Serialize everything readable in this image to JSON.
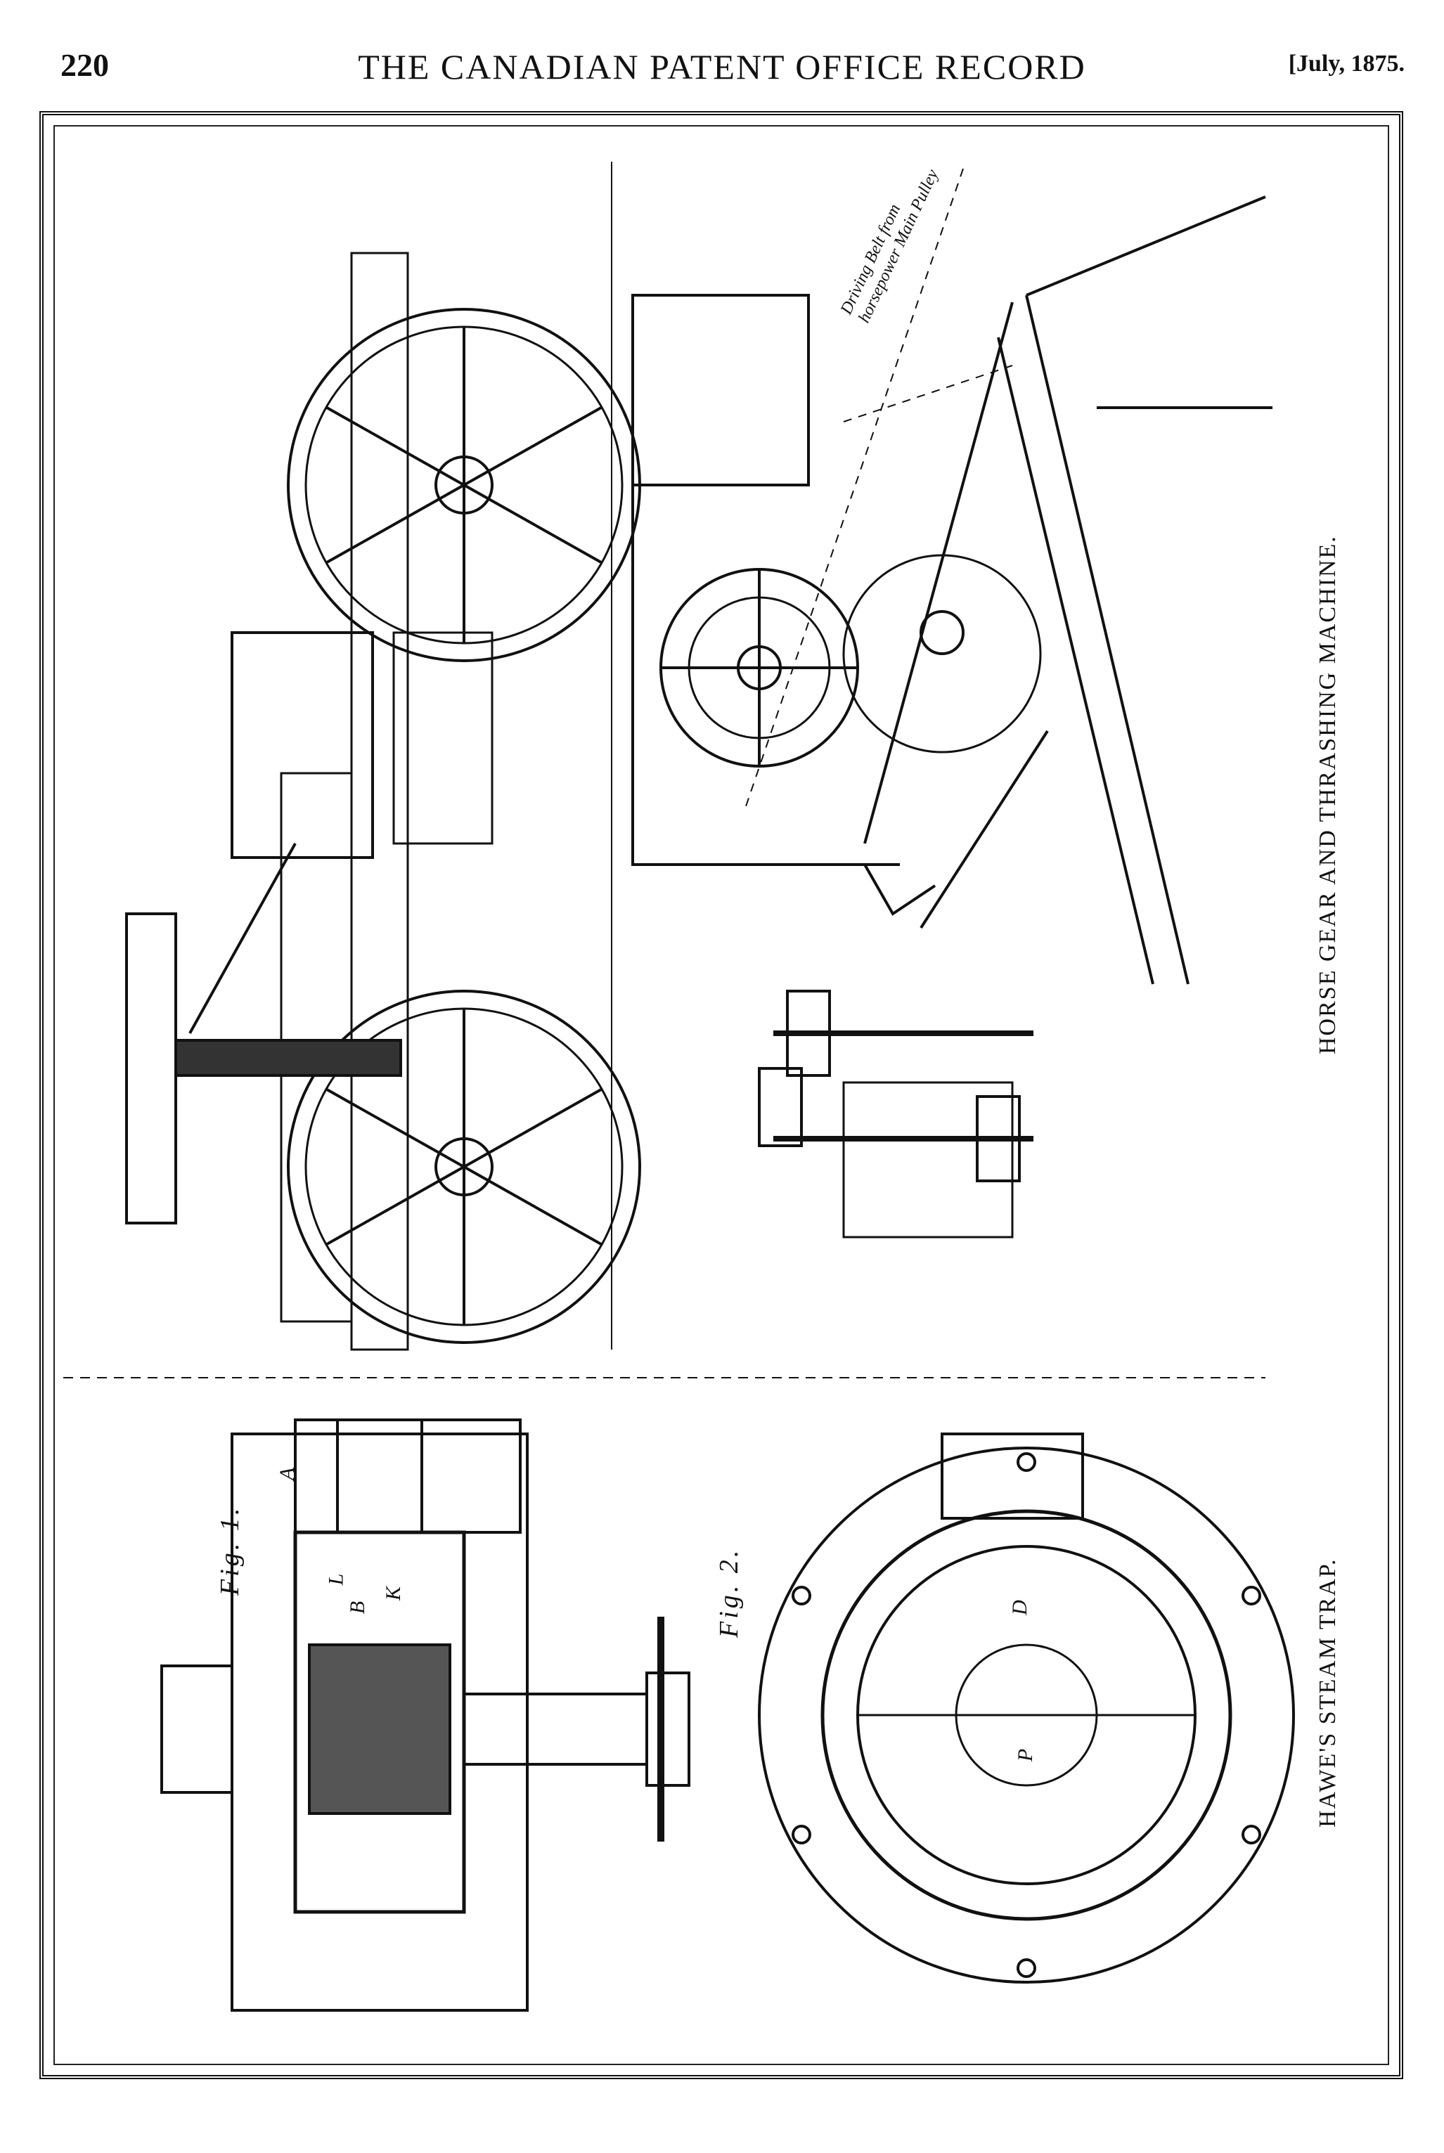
{
  "header": {
    "page_number": "220",
    "journal_title": "THE CANADIAN PATENT OFFICE RECORD",
    "issue_date": "[July, 1875."
  },
  "plate": {
    "captions": {
      "horse_gear": "HORSE GEAR AND THRASHING MACHINE.",
      "steam_trap": "HAWE'S STEAM TRAP."
    },
    "figure_labels": {
      "fig1": "Fig. 1.",
      "fig2": "Fig. 2."
    },
    "belt_note": {
      "line1": "Driving Belt from",
      "line2": "horsepower Main Pulley"
    },
    "part_letters": {
      "a": "A",
      "b": "B",
      "k": "K",
      "l": "L",
      "d": "D",
      "p": "P"
    }
  }
}
